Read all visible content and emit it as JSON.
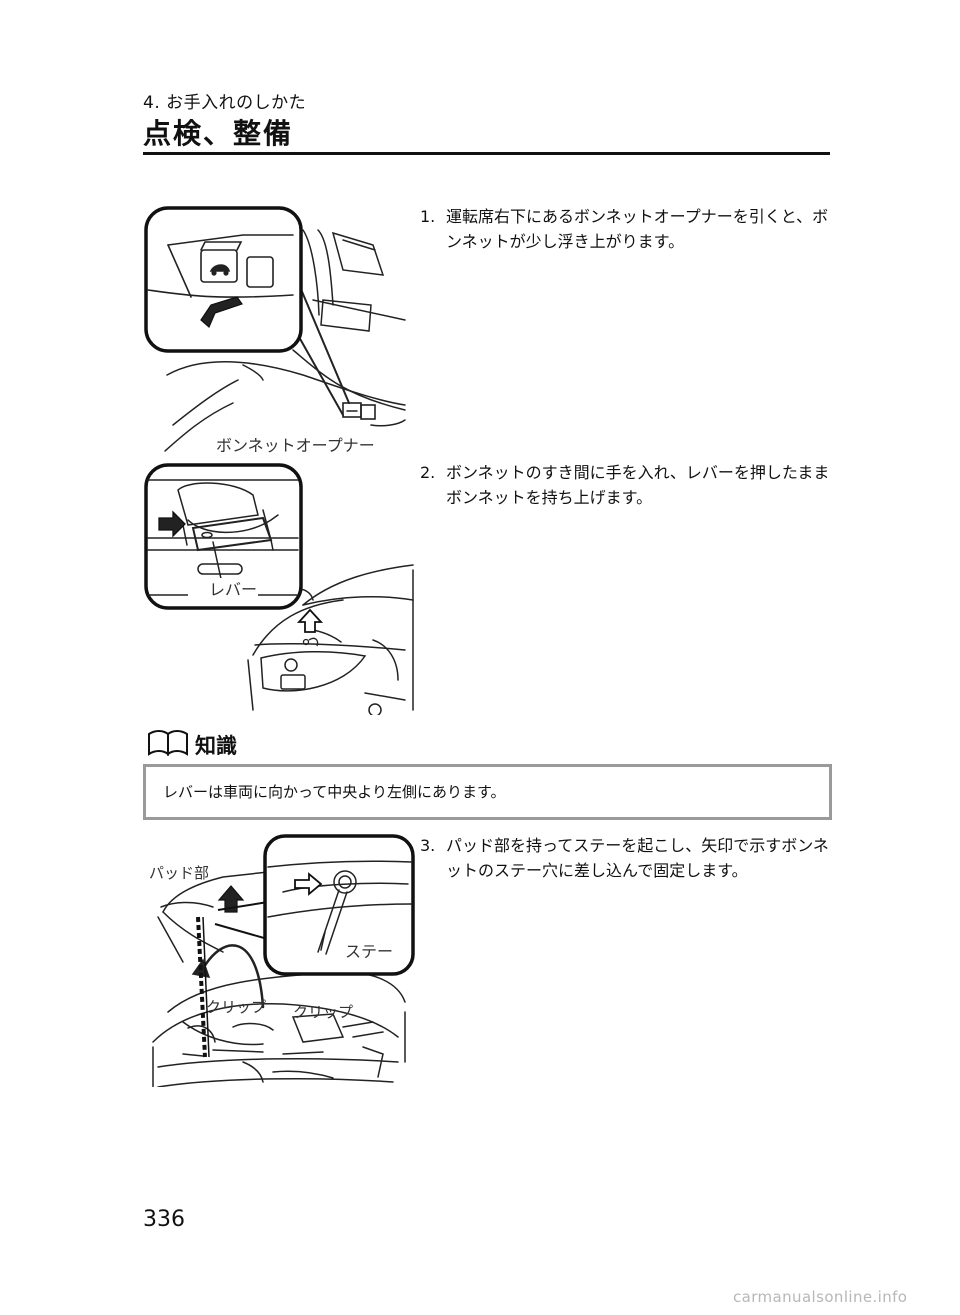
{
  "header": {
    "section": "4. お手入れのしかた",
    "title": "点検、整備"
  },
  "steps": [
    {
      "number": "1.",
      "text": "運転席右下にあるボンネットオープナーを引くと、ボンネットが少し浮き上がります。"
    },
    {
      "number": "2.",
      "text": "ボンネットのすき間に手を入れ、レバーを押したままボンネットを持ち上げます。"
    },
    {
      "number": "3.",
      "text": "パッド部を持ってステーを起こし、矢印で示すボンネットのステー穴に差し込んで固定します。"
    }
  ],
  "figures": {
    "fig1": {
      "label_opener": "ボンネットオープナー"
    },
    "fig2": {
      "label_lever": "レバー"
    },
    "fig3": {
      "label_pad": "パッド部",
      "label_stay": "ステー",
      "label_clip_left": "クリップ",
      "label_clip_right": "クリップ"
    }
  },
  "note": {
    "title": "知識",
    "text": "レバーは車両に向かって中央より左側にあります。",
    "icon": "open-book-icon"
  },
  "page_number": "336",
  "watermark": "carmanualsonline.info"
}
